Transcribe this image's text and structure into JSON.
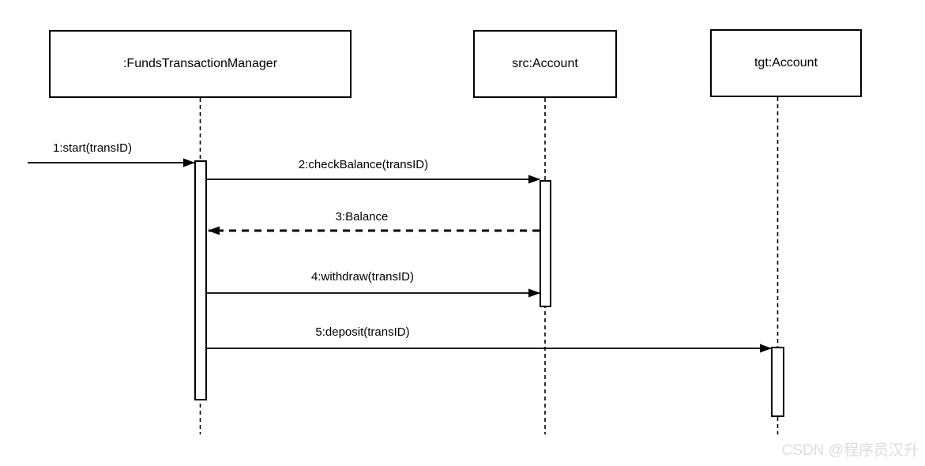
{
  "diagram": {
    "type": "uml-sequence-diagram",
    "colors": {
      "background": "#ffffff",
      "line": "#000000",
      "text": "#000000",
      "watermark": "#dcdcdc"
    },
    "actors": [
      {
        "id": "ftm",
        "label": ":FundsTransactionManager"
      },
      {
        "id": "src",
        "label": "src:Account"
      },
      {
        "id": "tgt",
        "label": "tgt:Account"
      }
    ],
    "messages": [
      {
        "seq": "1",
        "label": "1:start(transID)",
        "from": "external",
        "to": ":FundsTransactionManager",
        "style": "solid"
      },
      {
        "seq": "2",
        "label": "2:checkBalance(transID)",
        "from": ":FundsTransactionManager",
        "to": "src:Account",
        "style": "solid"
      },
      {
        "seq": "3",
        "label": "3:Balance",
        "from": "src:Account",
        "to": ":FundsTransactionManager",
        "style": "dashed-return"
      },
      {
        "seq": "4",
        "label": "4:withdraw(transID)",
        "from": ":FundsTransactionManager",
        "to": "src:Account",
        "style": "solid"
      },
      {
        "seq": "5",
        "label": "5:deposit(transID)",
        "from": ":FundsTransactionManager",
        "to": "tgt:Account",
        "style": "solid"
      }
    ],
    "watermark": "CSDN @程序员汉升"
  }
}
